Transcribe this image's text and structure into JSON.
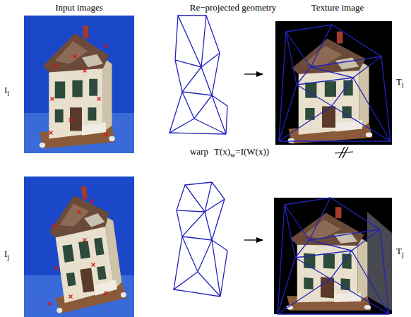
{
  "diagram": {
    "labels": [
      "Input images",
      "Re−projected geometry",
      "Texture image",
      "I",
      "l",
      "I",
      "j",
      "T",
      "l",
      "T",
      "j",
      "warp",
      "T(x)",
      "w",
      "=I(W(x))"
    ]
  }
}
